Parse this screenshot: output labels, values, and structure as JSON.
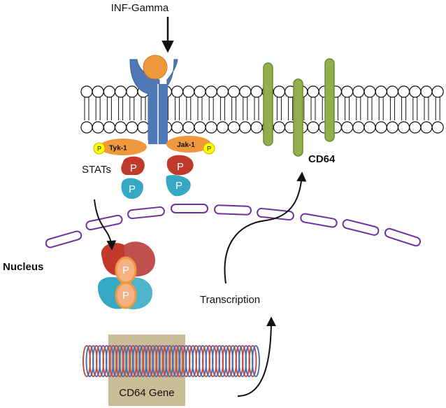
{
  "labels": {
    "ligand": "INF-Gamma",
    "tyk": "Tyk-1",
    "jak": "Jak-1",
    "phospho": "P",
    "stats": "STATs",
    "receptor": "CD64",
    "nucleus": "Nucleus",
    "transcription": "Transcription",
    "gene": "CD64 Gene"
  },
  "colors": {
    "receptor": "#4f79b6",
    "ligand": "#f0983e",
    "kinase": "#f0983e",
    "phospho_yellow": "#ffff00",
    "stat_red": "#c0392b",
    "stat_blue": "#35a8c4",
    "phospho_dimer": "#f4b183",
    "cd64": "#8fb04a",
    "nuclear_membrane": "#7030a0",
    "gene_box": "#c9bd98",
    "dna_red": "#c0504d",
    "dna_blue": "#4f6fb0"
  }
}
